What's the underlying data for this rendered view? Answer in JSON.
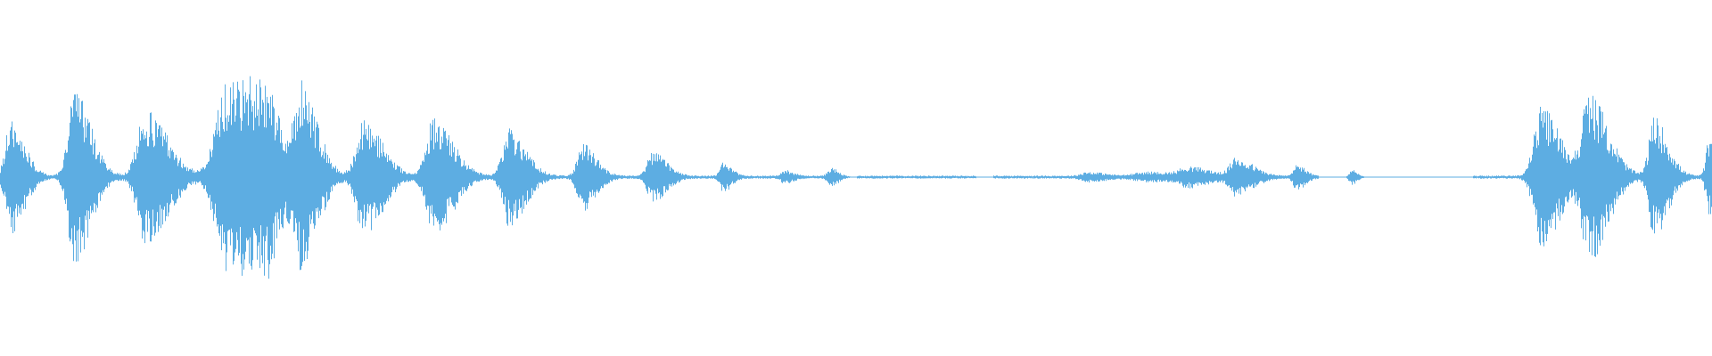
{
  "waveform": {
    "color": "#5DADE2",
    "background": "#FFFFFF",
    "bursts": [
      {
        "center": 0.006,
        "width": 0.005,
        "amplitude": 0.55,
        "up_skew": 1.0
      },
      {
        "center": 0.043,
        "width": 0.006,
        "amplitude": 0.85,
        "up_skew": 1.05
      },
      {
        "center": 0.085,
        "width": 0.008,
        "amplitude": 0.65,
        "up_skew": 1.0
      },
      {
        "center": 0.132,
        "width": 0.01,
        "amplitude": 0.95,
        "up_skew": 0.95
      },
      {
        "center": 0.15,
        "width": 0.008,
        "amplitude": 0.8,
        "up_skew": 1.0
      },
      {
        "center": 0.176,
        "width": 0.006,
        "amplitude": 0.82,
        "up_skew": 1.0
      },
      {
        "center": 0.212,
        "width": 0.007,
        "amplitude": 0.55,
        "up_skew": 1.0
      },
      {
        "center": 0.253,
        "width": 0.007,
        "amplitude": 0.58,
        "up_skew": 1.0
      },
      {
        "center": 0.297,
        "width": 0.006,
        "amplitude": 0.48,
        "up_skew": 1.0
      },
      {
        "center": 0.34,
        "width": 0.005,
        "amplitude": 0.32,
        "up_skew": 1.0
      },
      {
        "center": 0.381,
        "width": 0.005,
        "amplitude": 0.24,
        "up_skew": 1.0
      },
      {
        "center": 0.422,
        "width": 0.003,
        "amplitude": 0.14,
        "up_skew": 1.0
      },
      {
        "center": 0.458,
        "width": 0.003,
        "amplitude": 0.06,
        "up_skew": 1.0
      },
      {
        "center": 0.485,
        "width": 0.003,
        "amplitude": 0.08,
        "up_skew": 1.0
      },
      {
        "center": 0.635,
        "width": 0.006,
        "amplitude": 0.04,
        "up_skew": 1.0
      },
      {
        "center": 0.67,
        "width": 0.012,
        "amplitude": 0.04,
        "up_skew": 1.0
      },
      {
        "center": 0.694,
        "width": 0.008,
        "amplitude": 0.08,
        "up_skew": 1.0
      },
      {
        "center": 0.722,
        "width": 0.006,
        "amplitude": 0.18,
        "up_skew": 1.0
      },
      {
        "center": 0.757,
        "width": 0.003,
        "amplitude": 0.12,
        "up_skew": 1.0
      },
      {
        "center": 0.789,
        "width": 0.002,
        "amplitude": 0.08,
        "up_skew": 1.0
      },
      {
        "center": 0.9,
        "width": 0.007,
        "amplitude": 0.68,
        "up_skew": 1.0
      },
      {
        "center": 0.928,
        "width": 0.007,
        "amplitude": 0.8,
        "up_skew": 1.0
      },
      {
        "center": 0.966,
        "width": 0.005,
        "amplitude": 0.58,
        "up_skew": 1.0
      },
      {
        "center": 0.998,
        "width": 0.003,
        "amplitude": 0.36,
        "up_skew": 1.0
      }
    ],
    "baseline_noise": 0.015,
    "silent_ranges": [
      [
        0.49,
        0.5
      ],
      [
        0.57,
        0.58
      ],
      [
        0.77,
        0.86
      ]
    ]
  }
}
